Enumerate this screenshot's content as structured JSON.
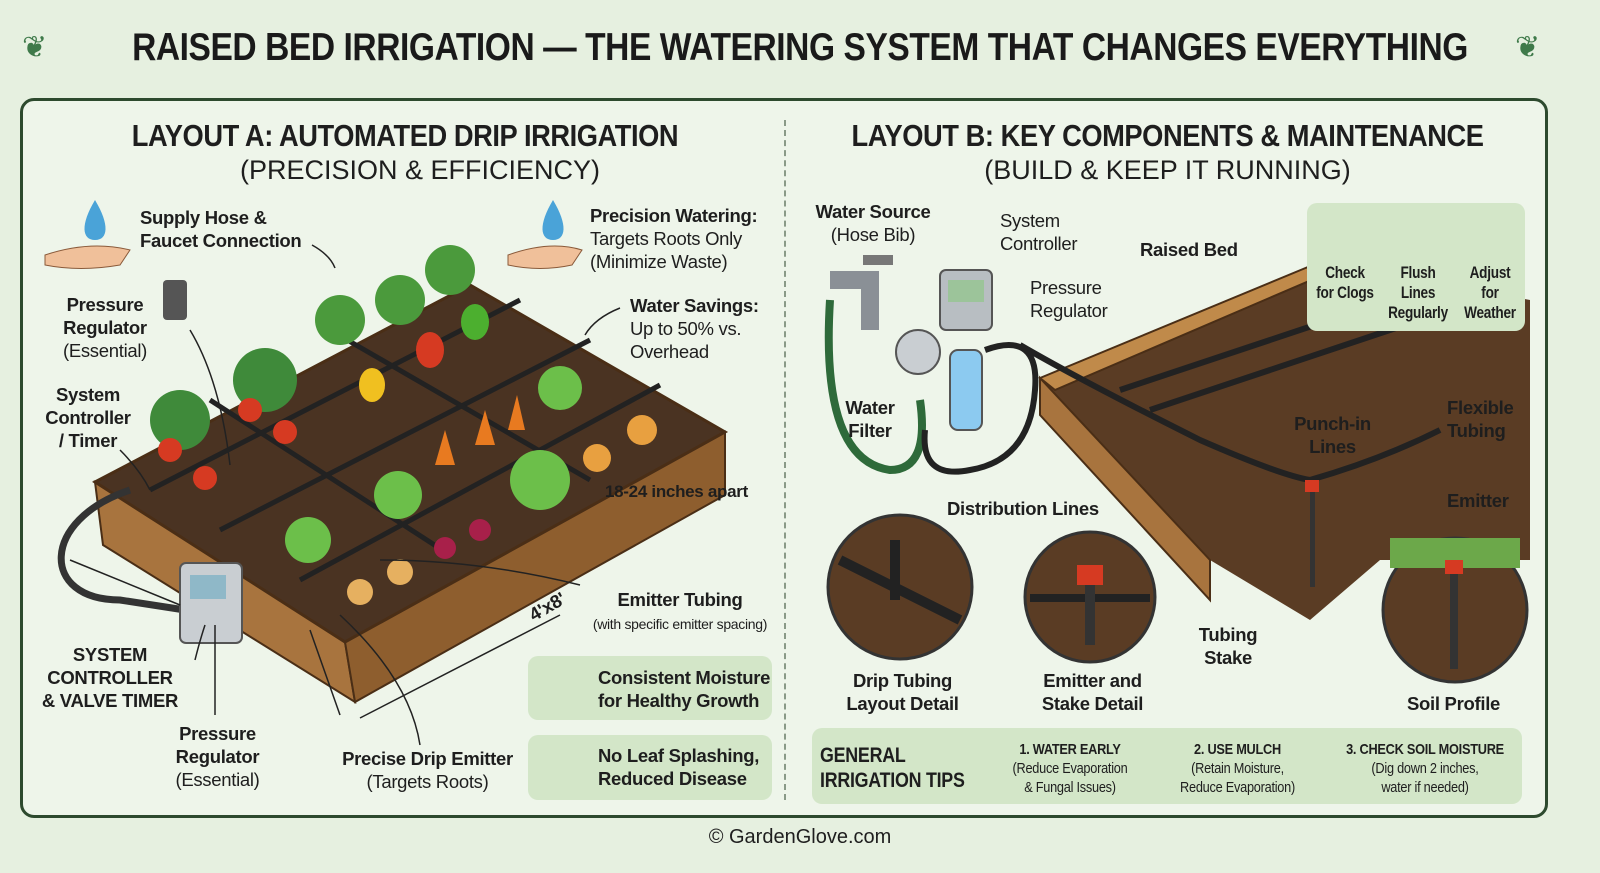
{
  "title": "RAISED BED IRRIGATION — THE WATERING SYSTEM THAT CHANGES EVERYTHING",
  "layout_a": {
    "heading": "LAYOUT A: AUTOMATED DRIP IRRIGATION",
    "subheading": "(PRECISION & EFFICIENCY)",
    "supply_hose": "Supply Hose &\nFaucet Connection",
    "precision_title": "Precision Watering:",
    "precision_text": "Targets Roots Only\n(Minimize Waste)",
    "pressure_top_title": "Pressure\nRegulator",
    "pressure_top_note": "(Essential)",
    "savings_title": "Water Savings:",
    "savings_text": "Up to 50% vs.\nOverhead",
    "controller_timer": "System\nController\n/ Timer",
    "spacing": "18-24 inches apart",
    "size": "4'x8'",
    "emitter_tubing_title": "Emitter Tubing",
    "emitter_tubing_note": "(with specific emitter spacing)",
    "benefit_1": "Consistent Moisture\nfor Healthy Growth",
    "benefit_2": "No Leaf Splashing,\nReduced Disease",
    "controller_valve": "SYSTEM\nCONTROLLER\n& VALVE TIMER",
    "pressure_bottom_title": "Pressure\nRegulator",
    "pressure_bottom_note": "(Essential)",
    "drip_emitter_title": "Precise Drip Emitter",
    "drip_emitter_note": "(Targets Roots)"
  },
  "layout_b": {
    "heading": "LAYOUT B: KEY COMPONENTS & MAINTENANCE",
    "subheading": "(BUILD & KEEP IT RUNNING)",
    "water_source_title": "Water Source",
    "water_source_note": "(Hose Bib)",
    "system_controller": "System\nController",
    "raised_bed": "Raised Bed",
    "pressure_regulator": "Pressure\nRegulator",
    "water_filter": "Water\nFilter",
    "punch_in": "Punch-in\nLines",
    "flexible_tubing": "Flexible\nTubing",
    "emitter": "Emitter",
    "distribution_lines": "Distribution Lines",
    "tubing_stake": "Tubing\nStake",
    "detail_drip": "Drip Tubing\nLayout Detail",
    "detail_emitter": "Emitter and\nStake Detail",
    "detail_soil": "Soil Profile",
    "maintenance": [
      {
        "icon": "wrench-screwdriver-icon",
        "label": "Check\nfor Clogs"
      },
      {
        "icon": "funnel-icon",
        "label": "Flush\nLines\nRegularly"
      },
      {
        "icon": "sun-rain-icon",
        "label": "Adjust\nfor\nWeather"
      }
    ]
  },
  "tips": {
    "heading": "GENERAL\nIRRIGATION TIPS",
    "items": [
      {
        "title": "1. WATER EARLY",
        "text": "(Reduce Evaporation\n& Fungal Issues)"
      },
      {
        "title": "2. USE MULCH",
        "text": "(Retain Moisture,\nReduce Evaporation)"
      },
      {
        "title": "3. CHECK SOIL MOISTURE",
        "text": "(Dig down 2 inches,\nwater if needed)"
      }
    ]
  },
  "footer": "© GardenGlove.com",
  "colors": {
    "background": "#e6f0e0",
    "border": "#2d4a2e",
    "soil": "#4a3322",
    "wood": "#a8743e",
    "water": "#4aa3d8"
  }
}
